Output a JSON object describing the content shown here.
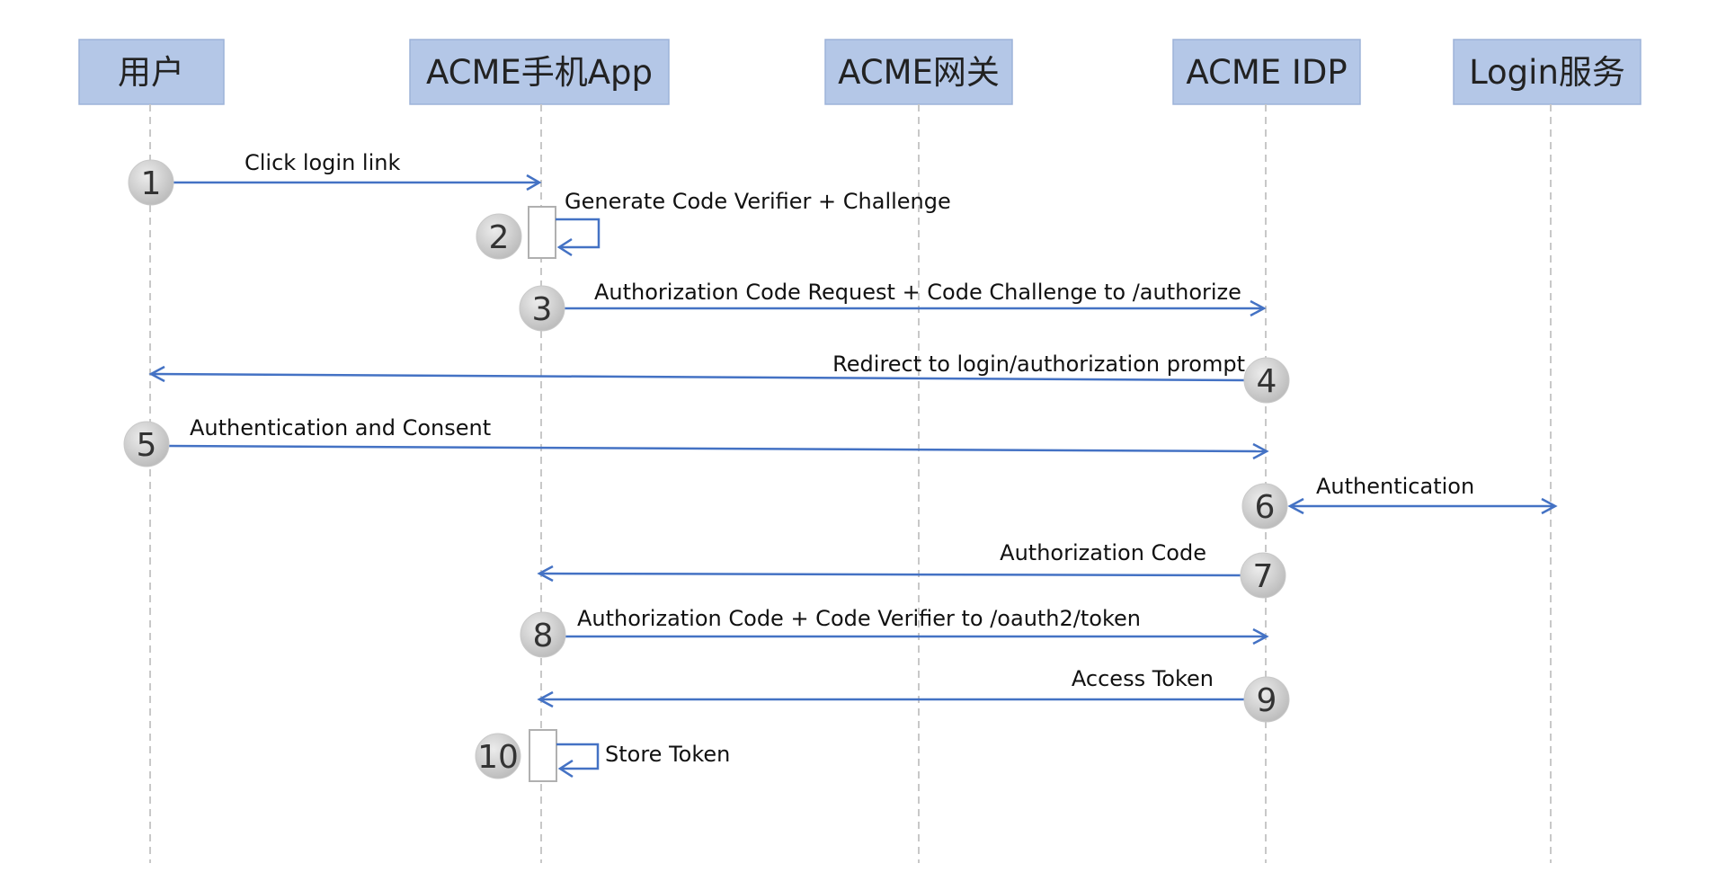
{
  "participants": [
    {
      "id": "user",
      "label": "用户"
    },
    {
      "id": "app",
      "label": "ACME手机App"
    },
    {
      "id": "gateway",
      "label": "ACME网关"
    },
    {
      "id": "idp",
      "label": "ACME IDP"
    },
    {
      "id": "login",
      "label": "Login服务"
    }
  ],
  "messages": [
    {
      "step": "1",
      "from": "user",
      "to": "app",
      "label": "Click login link"
    },
    {
      "step": "2",
      "from": "app",
      "to": "app",
      "label": "Generate Code Verifier + Challenge"
    },
    {
      "step": "3",
      "from": "app",
      "to": "idp",
      "label": "Authorization Code Request + Code Challenge to /authorize"
    },
    {
      "step": "4",
      "from": "idp",
      "to": "user",
      "label": "Redirect to login/authorization prompt"
    },
    {
      "step": "5",
      "from": "user",
      "to": "idp",
      "label": "Authentication and Consent"
    },
    {
      "step": "6",
      "from": "idp",
      "to": "login",
      "label": "Authentication",
      "bidirectional": true
    },
    {
      "step": "7",
      "from": "idp",
      "to": "app",
      "label": "Authorization Code"
    },
    {
      "step": "8",
      "from": "app",
      "to": "idp",
      "label": "Authorization Code + Code Verifier to /oauth2/token"
    },
    {
      "step": "9",
      "from": "idp",
      "to": "app",
      "label": "Access Token"
    },
    {
      "step": "10",
      "from": "app",
      "to": "app",
      "label": "Store Token"
    }
  ],
  "colors": {
    "actor_fill": "#b4c7e7",
    "arrow": "#4472c4",
    "lifeline": "#c8c8c8",
    "step_badge": "#cfcfcf"
  }
}
